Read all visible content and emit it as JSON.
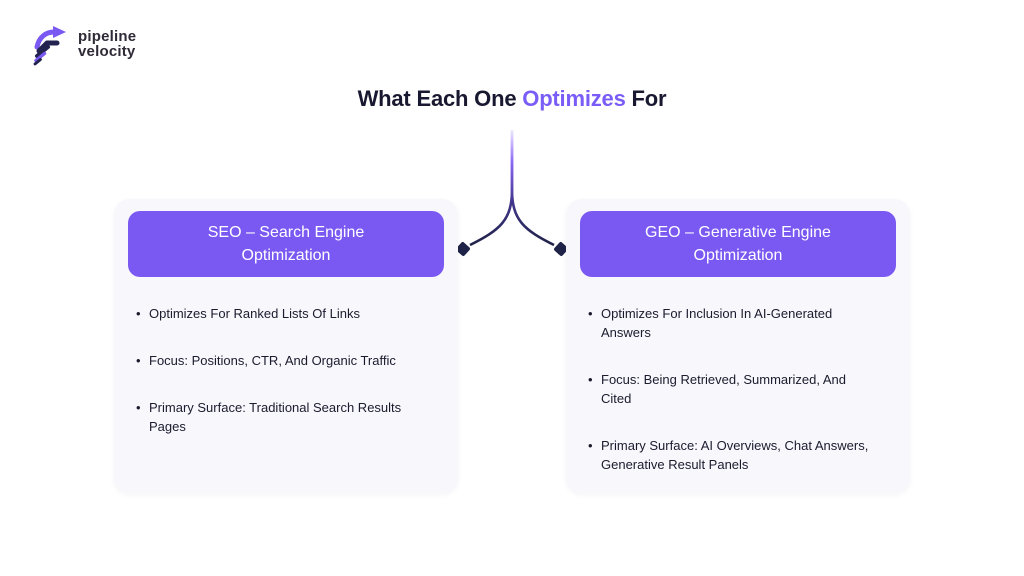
{
  "logo": {
    "name_line1": "pipeline",
    "name_line2": "velocity"
  },
  "title": {
    "pre": "What Each One",
    "highlight": "Optimizes",
    "post": "For"
  },
  "colors": {
    "accent_purple": "#7a58f2",
    "title_highlight": "#7a5cf6",
    "title_dark": "#181830",
    "card_background": "#f7f7fc",
    "page_background": "#ffffff",
    "connector_light": "#ded2fc",
    "connector_dark": "#1f2347",
    "header_text": "#ffffff",
    "body_text": "#1b1b2e"
  },
  "cards": [
    {
      "id": "seo",
      "header": "SEO – Search Engine\nOptimization",
      "bullets": [
        "Optimizes For Ranked Lists Of Links",
        "Focus: Positions, CTR, And Organic Traffic",
        "Primary Surface: Traditional Search Results\nPages"
      ]
    },
    {
      "id": "geo",
      "header": "GEO – Generative Engine\nOptimization",
      "bullets": [
        "Optimizes For Inclusion In AI-Generated\nAnswers",
        "Focus: Being Retrieved, Summarized, And\nCited",
        "Primary Surface: AI Overviews, Chat Answers,\nGenerative Result Panels"
      ]
    }
  ]
}
